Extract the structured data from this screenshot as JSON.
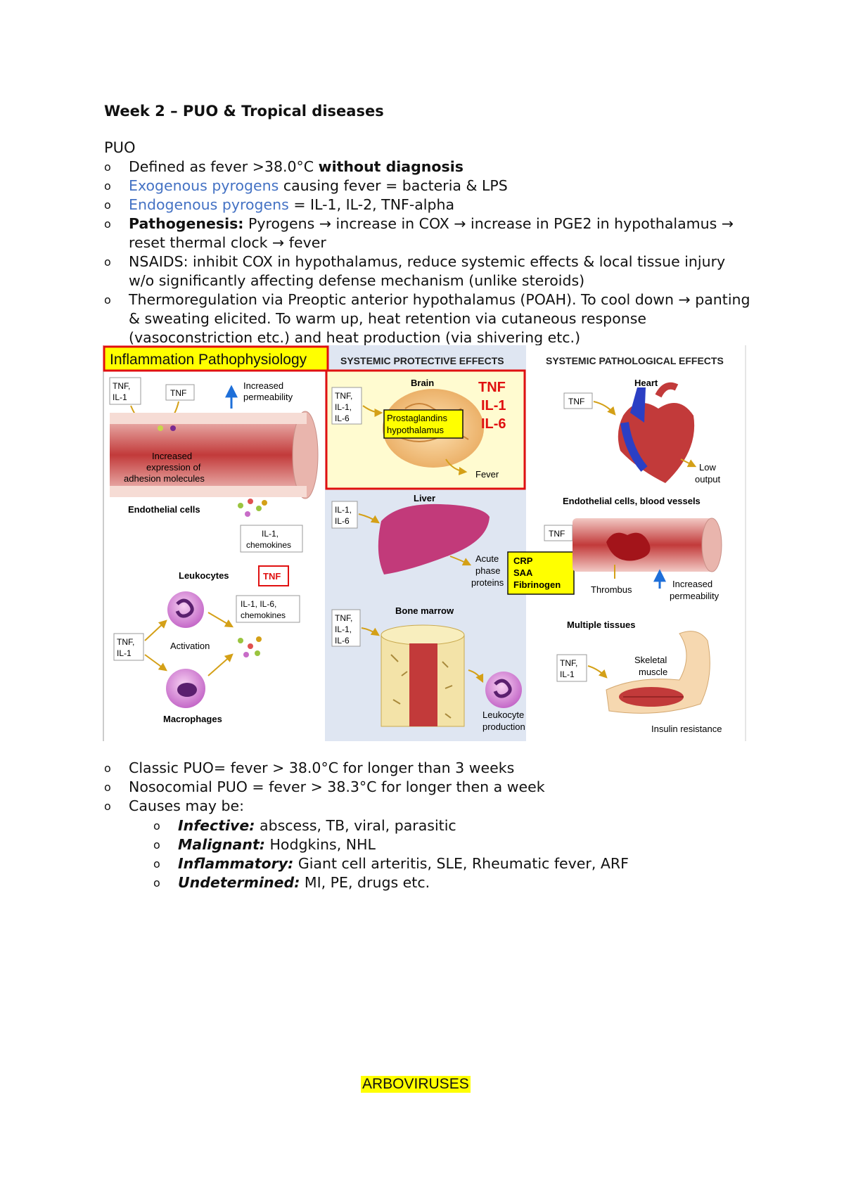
{
  "doc": {
    "title": "Week 2 – PUO & Tropical diseases",
    "section": "PUO",
    "bullet_marker": "o",
    "bullets1": [
      {
        "a": "Defined as fever >38.0°C ",
        "b": "without diagnosis"
      },
      {
        "blue": "Exogenous pyrogens",
        "rest": " causing fever = bacteria & LPS"
      },
      {
        "blue": "Endogenous pyrogens",
        "rest": " = IL-1, IL-2, TNF-alpha"
      },
      {
        "bold": "Pathogenesis:",
        "rest": " Pyrogens → increase in COX → increase in PGE2 in hypothalamus → reset thermal clock → fever"
      },
      {
        "text": "NSAIDS: inhibit COX in hypothalamus, reduce systemic effects & local tissue injury w/o significantly affecting defense mechanism (unlike steroids)"
      },
      {
        "text": "Thermoregulation via Preoptic anterior hypothalamus (POAH). To cool down → panting & sweating elicited. To warm up, heat retention via cutaneous response (vasoconstriction etc.) and heat production (via shivering etc.)"
      }
    ],
    "bullets2": [
      "Classic PUO= fever > 38.0°C for longer than 3 weeks",
      "Nosocomial PUO = fever > 38.3°C for longer then a week",
      "Causes may be:"
    ],
    "causes": [
      {
        "label": "Infective:",
        "text": " abscess, TB, viral, parasitic"
      },
      {
        "label": "Malignant:",
        "text": " Hodgkins, NHL"
      },
      {
        "label": "Inflammatory:",
        "text": " Giant cell arteritis, SLE, Rheumatic fever, ARF"
      },
      {
        "label": "Undetermined:",
        "text": " MI, PE, drugs etc."
      }
    ],
    "arboviruses": "ARBOVIRUSES"
  },
  "figure": {
    "title": "Inflammation Pathophysiology",
    "col_protective": "SYSTEMIC PROTECTIVE EFFECTS",
    "col_pathological": "SYSTEMIC PATHOLOGICAL EFFECTS",
    "left": {
      "tnf_il1": [
        "TNF,",
        "IL-1"
      ],
      "tnf": "TNF",
      "increased_permeability": [
        "Increased",
        "permeability"
      ],
      "adhesion": [
        "Increased",
        "expression of",
        "adhesion molecules"
      ],
      "endothelial_cells": "Endothelial cells",
      "il1_chemokines": [
        "IL-1,",
        "chemokines"
      ],
      "leukocytes": "Leukocytes",
      "tnf_red": "TNF",
      "il1_il6_chemokines": [
        "IL-1, IL-6,",
        "chemokines"
      ],
      "tnf_il1_b": [
        "TNF,",
        "IL-1"
      ],
      "activation": "Activation",
      "macrophages": "Macrophages"
    },
    "middle": {
      "brain": "Brain",
      "tnf_il1_il6": [
        "TNF,",
        "IL-1,",
        "IL-6"
      ],
      "prostaglandins": [
        "Prostaglandins",
        "hypothalamus"
      ],
      "red_labels": [
        "TNF",
        "IL-1",
        "IL-6"
      ],
      "fever": "Fever",
      "liver": "Liver",
      "il1_il6": [
        "IL-1,",
        "IL-6"
      ],
      "acute_phase": [
        "Acute",
        "phase",
        "proteins"
      ],
      "crp_box": [
        "CRP",
        "SAA",
        "Fibrinogen"
      ],
      "bone_marrow": "Bone marrow",
      "tnf_il1_il6_b": [
        "TNF,",
        "IL-1,",
        "IL-6"
      ],
      "leukocyte_production": [
        "Leukocyte",
        "production"
      ]
    },
    "right": {
      "heart": "Heart",
      "tnf": "TNF",
      "low_output": [
        "Low",
        "output"
      ],
      "endothelial_vessels": "Endothelial cells, blood vessels",
      "tnf_b": "TNF",
      "thrombus": "Thrombus",
      "increased_permeability": [
        "Increased",
        "permeability"
      ],
      "multiple_tissues": "Multiple tissues",
      "tnf_il1": [
        "TNF,",
        "IL-1"
      ],
      "skeletal_muscle": [
        "Skeletal",
        "muscle"
      ],
      "insulin_resistance": "Insulin resistance"
    }
  }
}
